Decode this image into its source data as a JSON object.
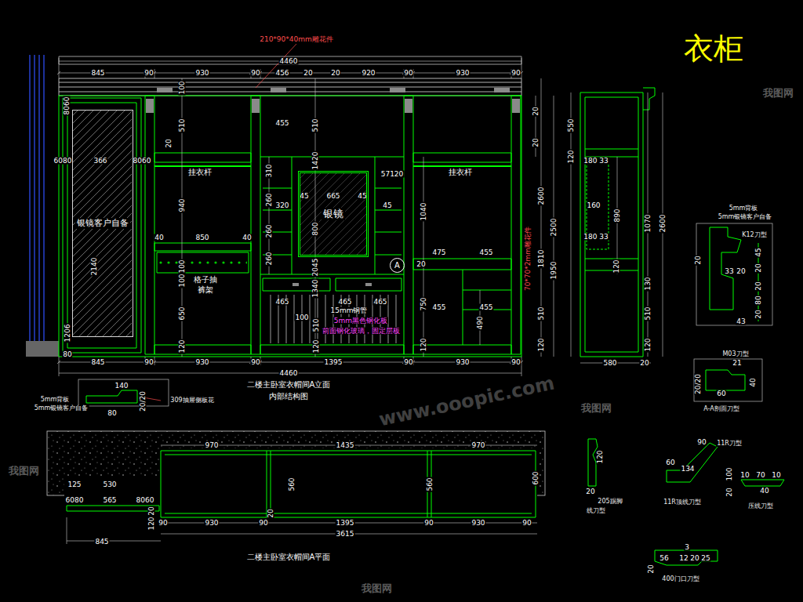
{
  "diagram": {
    "title": "衣柜",
    "nodes": [
      {
        "text": [
          "银镜客户自备"
        ]
      },
      {
        "text": [
          "银镜"
        ]
      },
      {
        "text": [
          "A"
        ]
      }
    ],
    "labels": [
      "210*90*40mm雕花件",
      "4460",
      "845",
      "90",
      "930",
      "90",
      "456",
      "20",
      "20",
      "920",
      "90",
      "930",
      "90",
      "8060",
      "100",
      "20",
      "20",
      "455",
      "510",
      "510",
      "20",
      "1420",
      "挂衣杆",
      "挂衣杆",
      "310",
      "57120",
      "6080",
      "366",
      "8060",
      "940",
      "260",
      "320",
      "45",
      "665",
      "45",
      "45",
      "800",
      "260",
      "260",
      "1040",
      "2140",
      "2600",
      "2500",
      "850",
      "40",
      "40",
      "475",
      "455",
      "1810",
      "1950",
      "70*70*2mm雕花件",
      "2045",
      "20",
      "格子抽",
      "裤架",
      "100",
      "100",
      "1340",
      "465",
      "465",
      "465",
      "15mm钢管",
      "5mm黑色钢化板",
      "前面钢化玻璃，固定层板",
      "650",
      "750",
      "455",
      "455",
      "490",
      "100",
      "510",
      "510",
      "120",
      "120",
      "120",
      "120",
      "1206",
      "80",
      "845",
      "90",
      "930",
      "90",
      "1395",
      "90",
      "930",
      "90",
      "4460",
      "二楼主卧室衣帽间A立面",
      "内部结构图",
      "550",
      "120",
      "180 33",
      "160",
      "890",
      "180 33",
      "1070",
      "2600",
      "120",
      "130",
      "510",
      "120",
      "580",
      "20",
      "5mm背板",
      "5mm银镜客户自备",
      "K12刀型",
      "20",
      "45",
      "20",
      "33",
      "20",
      "20",
      "80",
      "20",
      "43",
      "M03刀型",
      "21",
      "20/20",
      "40",
      "60",
      "A-A剖面刀型",
      "140",
      "5mm背板",
      "5mm银镜客户自备",
      "20/20",
      "80",
      "309抽屉侧板花",
      "970",
      "1435",
      "970",
      "125",
      "530",
      "560",
      "560",
      "600",
      "6080",
      "565",
      "8060",
      "20",
      "120",
      "20",
      "90",
      "930",
      "90",
      "1395",
      "90",
      "930",
      "90",
      "3615",
      "845",
      "二楼主卧室衣帽间A平面",
      "120",
      "20",
      "205踢脚",
      "线刀型",
      "90",
      "11R刀型",
      "60",
      "134",
      "100",
      "20",
      "11R顶线刀型",
      "10",
      "70",
      "10",
      "40",
      "压线刀型",
      "3",
      "56",
      "12",
      "20",
      "25",
      "20",
      "400门口刀型",
      "www.ooopic.com",
      "我图网",
      "我图网",
      "我图网",
      "我图网"
    ]
  }
}
